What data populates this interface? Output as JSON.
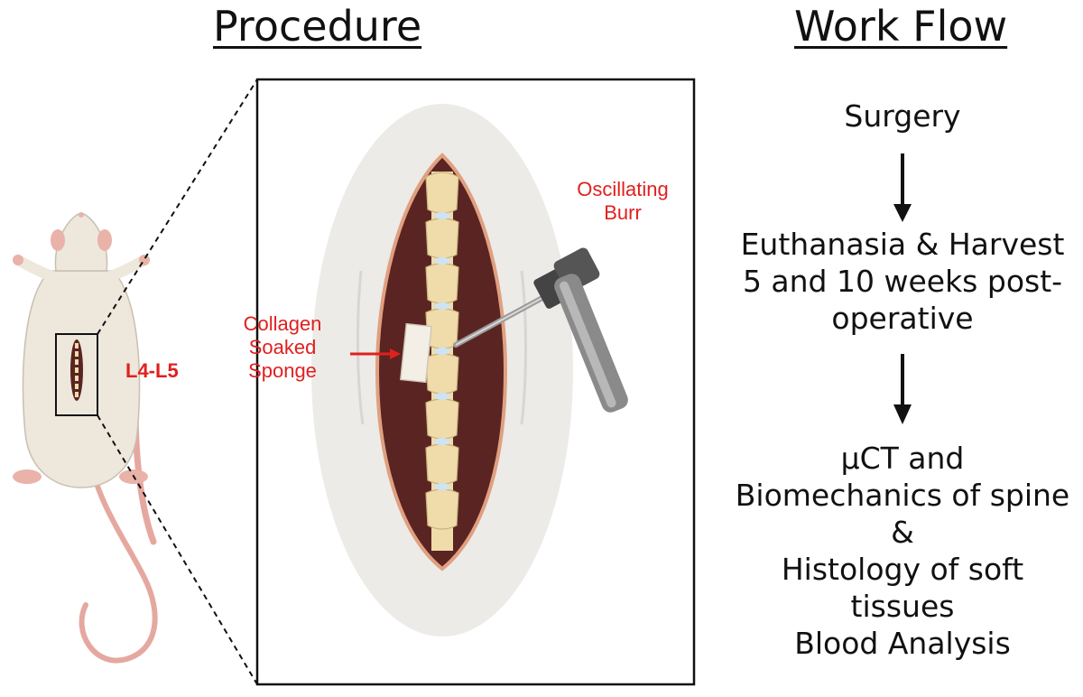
{
  "titles": {
    "procedure": "Procedure",
    "workflow": "Work Flow"
  },
  "labels": {
    "spine_level": "L4-L5",
    "burr_line1": "Oscillating",
    "burr_line2": "Burr",
    "sponge_line1": "Collagen",
    "sponge_line2": "Soaked",
    "sponge_line3": "Sponge"
  },
  "workflow": {
    "step1": "Surgery",
    "step2_line1": "Euthanasia & Harvest",
    "step2_line2": "5 and 10 weeks post-",
    "step2_line3": "operative",
    "step3_line1": "µCT and",
    "step3_line2": "Biomechanics of spine",
    "step3_line3": "&",
    "step3_line4": "Histology of soft",
    "step3_line5": "tissues",
    "step3_line6": "Blood Analysis"
  },
  "colors": {
    "label_red": "#e0201e",
    "muscle": "#5a2422",
    "bone": "#efdcaa",
    "skin_halo": "#ecebe8",
    "rat_body": "#eee7dc",
    "tail": "#e5a8a0"
  }
}
